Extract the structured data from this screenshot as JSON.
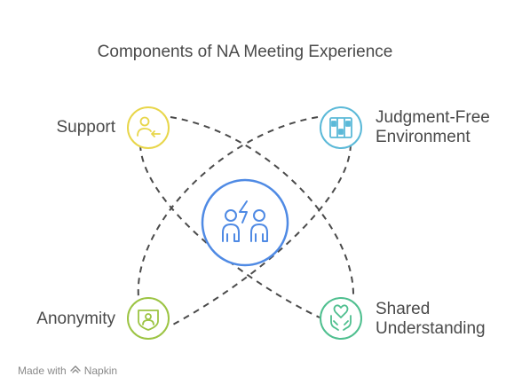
{
  "title": "Components of NA Meeting Experience",
  "center": {
    "icon": "people-exchange-icon",
    "color": "#4f8ae4"
  },
  "components": [
    {
      "id": "support",
      "label": "Support",
      "icon": "user-arrow-icon",
      "color": "#e8d64a"
    },
    {
      "id": "judgment-free",
      "label": "Judgment-Free Environment",
      "label_lines": [
        "Judgment-Free",
        "Environment"
      ],
      "icon": "file-cabinet-icon",
      "color": "#5bb9d8"
    },
    {
      "id": "anonymity",
      "label": "Anonymity",
      "icon": "shield-user-icon",
      "color": "#9cc443"
    },
    {
      "id": "shared-understanding",
      "label": "Shared Understanding",
      "label_lines": [
        "Shared",
        "Understanding"
      ],
      "icon": "hands-heart-icon",
      "color": "#4fbf8f"
    }
  ],
  "footer": {
    "prefix": "Made with",
    "brand": "Napkin",
    "icon": "napkin-logo-icon"
  }
}
